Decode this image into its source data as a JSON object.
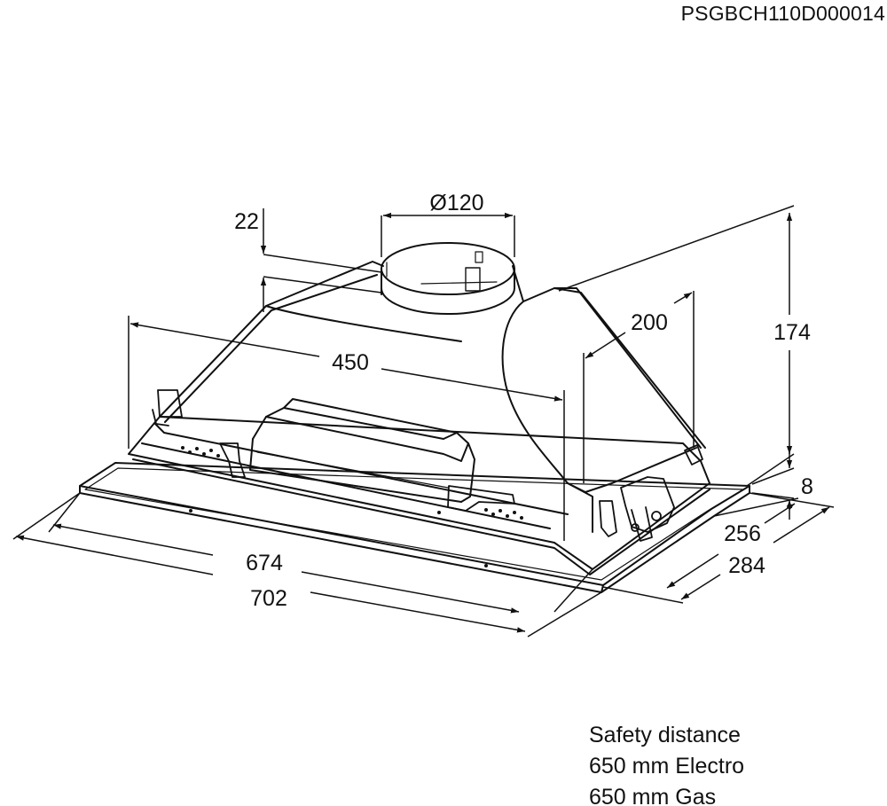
{
  "document_code": "PSGBCH110D000014",
  "dimensions": {
    "outlet_diameter": "Ø120",
    "outlet_height": "22",
    "inner_width": "450",
    "hood_depth": "200",
    "total_height": "174",
    "flange_thickness": "8",
    "body_depth": "256",
    "total_depth": "284",
    "body_width": "674",
    "total_width": "702"
  },
  "safety": {
    "title": "Safety distance",
    "electro": "650 mm Electro",
    "gas": "650 mm Gas"
  }
}
